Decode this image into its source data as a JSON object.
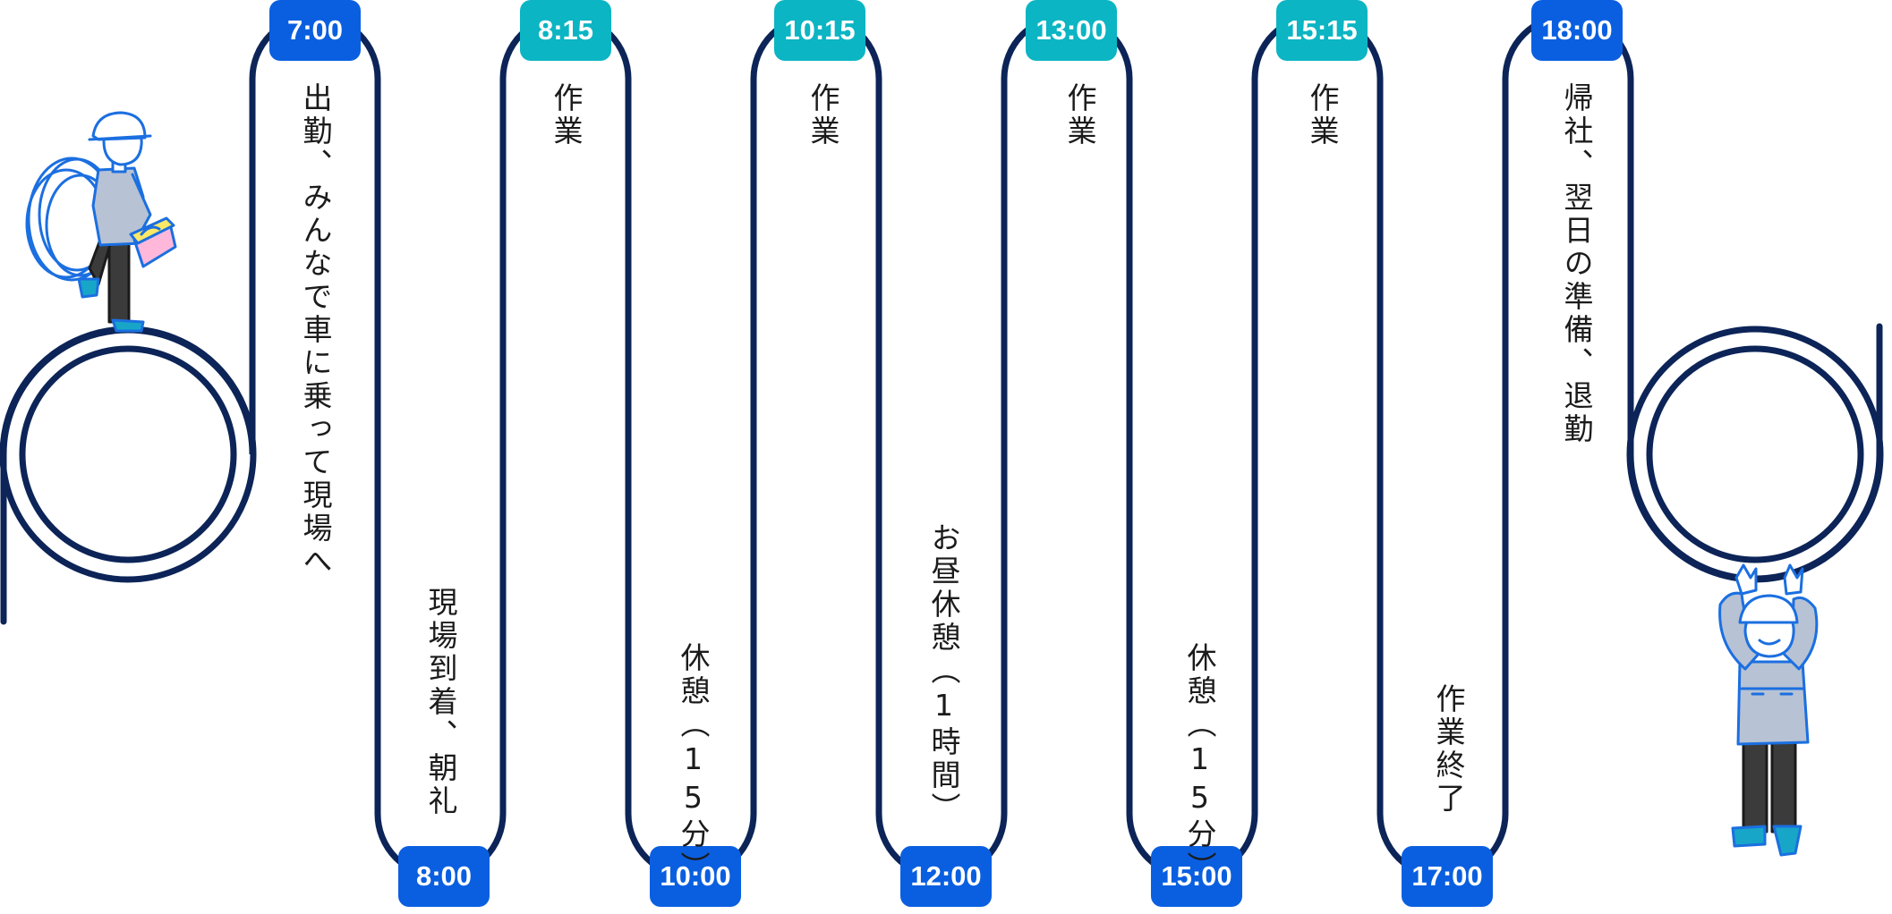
{
  "schedule": {
    "t0700": "7:00",
    "t0815": "8:15",
    "t1015": "10:15",
    "t1300": "13:00",
    "t1515": "15:15",
    "t1800": "18:00",
    "t0800": "8:00",
    "t1000": "10:00",
    "t1200": "12:00",
    "t1500": "15:00",
    "t1700": "17:00",
    "e0700": "出勤、みんなで車に乗って現場へ",
    "e0800": "現場到着、朝礼",
    "e0815": "作業",
    "e1000": "休憩（15分）",
    "e1015": "作業",
    "e1200": "お昼休憩（1時間）",
    "e1300": "作業",
    "e1500": "休憩（15分）",
    "e1515": "作業",
    "e1700": "作業終了",
    "e1800": "帰社、翌日の準備、退勤"
  },
  "colors": {
    "track": "#0c2457",
    "badge_blue": "#0a5fe0",
    "badge_teal": "#0bb5c3",
    "worker_outline": "#1b6fe0",
    "toolbox_yellow": "#ffe866",
    "toolbox_pink": "#ffb8da"
  },
  "icons": [
    "worker-carrying-cable-icon",
    "worker-cheering-icon"
  ]
}
